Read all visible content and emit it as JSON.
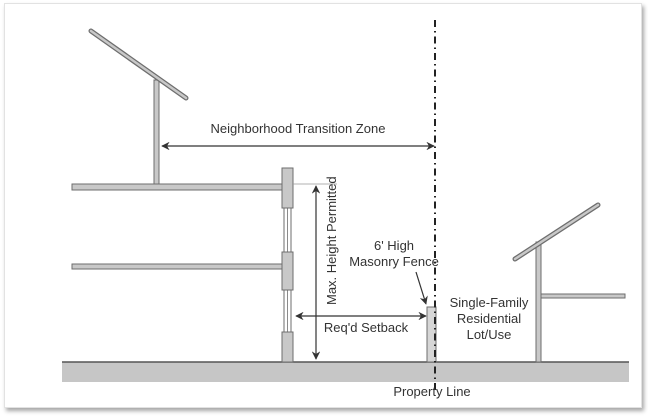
{
  "diagram": {
    "title": "Neighborhood Transition Zone section diagram",
    "labels": {
      "transition_zone": "Neighborhood Transition Zone",
      "max_height": "Max. Height Permitted",
      "fence_line1": "6' High",
      "fence_line2": "Masonry Fence",
      "setback": "Req'd Setback",
      "sfr_line1": "Single-Family",
      "sfr_line2": "Residential",
      "sfr_line3": "Lot/Use",
      "property_line": "Property Line"
    },
    "colors": {
      "structure_fill": "#c8c8c8",
      "structure_stroke": "#6e6e6e",
      "ground": "#c6c6c6",
      "line": "#333333",
      "text": "#333333"
    }
  }
}
